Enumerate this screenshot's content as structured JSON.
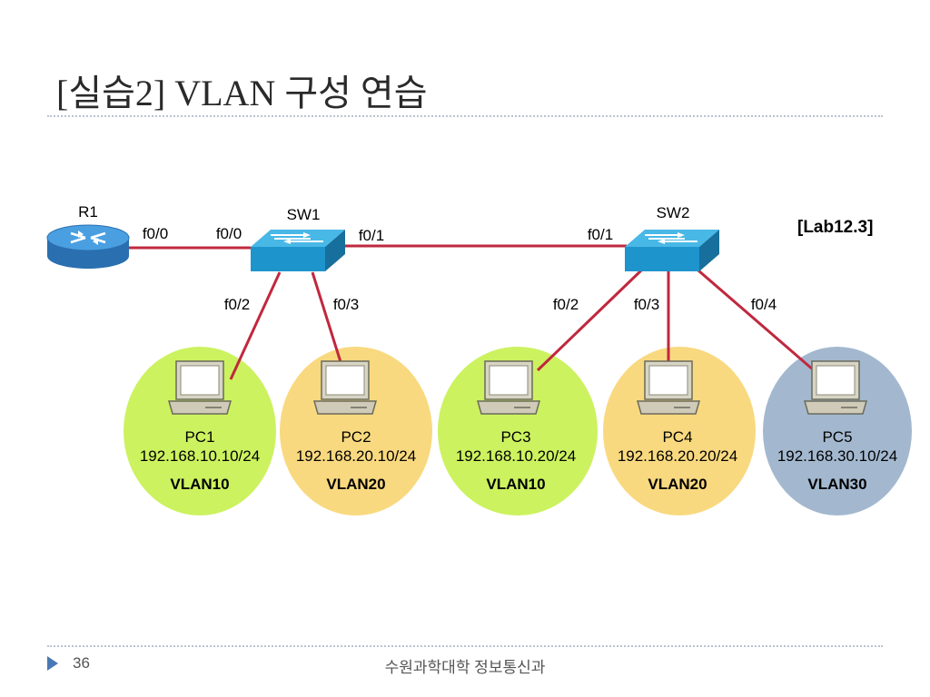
{
  "slide": {
    "title": "[실습2] VLAN 구성 연습",
    "lab_tag": "[Lab12.3]",
    "page_number": "36",
    "footer": "수원과학대학 정보통신과"
  },
  "devices": {
    "router": {
      "name": "R1"
    },
    "switches": [
      {
        "name": "SW1"
      },
      {
        "name": "SW2"
      }
    ],
    "pcs": [
      {
        "name": "PC1",
        "ip": "192.168.10.10/24",
        "vlan": "VLAN10",
        "color": "#ccf25f"
      },
      {
        "name": "PC2",
        "ip": "192.168.20.10/24",
        "vlan": "VLAN20",
        "color": "#f9d97f"
      },
      {
        "name": "PC3",
        "ip": "192.168.10.20/24",
        "vlan": "VLAN10",
        "color": "#ccf25f"
      },
      {
        "name": "PC4",
        "ip": "192.168.20.20/24",
        "vlan": "VLAN20",
        "color": "#f9d97f"
      },
      {
        "name": "PC5",
        "ip": "192.168.30.10/24",
        "vlan": "VLAN30",
        "color": "#a3b8cf"
      }
    ]
  },
  "ports": {
    "r1_f00": "f0/0",
    "sw1_f00": "f0/0",
    "sw1_f01": "f0/1",
    "sw2_f01": "f0/1",
    "sw1_f02": "f0/2",
    "sw1_f03": "f0/3",
    "sw2_f02": "f0/2",
    "sw2_f03": "f0/3",
    "sw2_f04": "f0/4"
  },
  "colors": {
    "link": "#c0283e",
    "switch": "#1ea0d6",
    "router": "#3a8fd0"
  }
}
